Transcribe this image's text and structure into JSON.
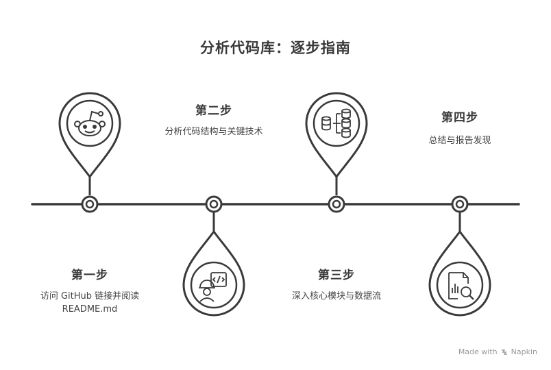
{
  "title": "分析代码库：逐步指南",
  "steps": [
    {
      "title": "第一步",
      "description": "访问 GitHub 链接并阅读 README.md",
      "icon": "reddit-alien-icon"
    },
    {
      "title": "第二步",
      "description": "分析代码结构与关键技术",
      "icon": "developer-code-icon"
    },
    {
      "title": "第三步",
      "description": "深入核心模块与数据流",
      "icon": "database-structure-icon"
    },
    {
      "title": "第四步",
      "description": "总结与报告发现",
      "icon": "report-search-icon"
    }
  ],
  "footer": {
    "made_with": "Made with",
    "brand": "Napkin"
  },
  "colors": {
    "line": "#3a3a3a",
    "text": "#3a3a3a",
    "muted": "#9a9a9a"
  }
}
